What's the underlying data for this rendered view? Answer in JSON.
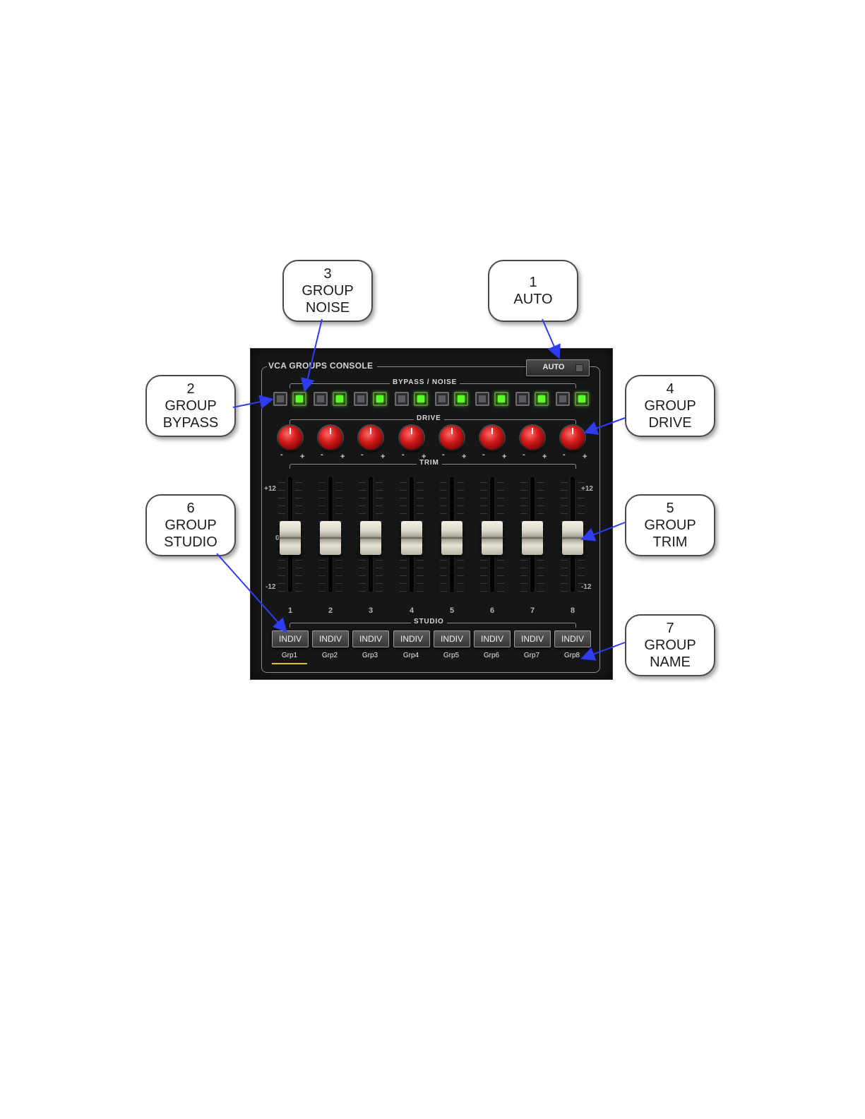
{
  "console": {
    "title": "VCA GROUPS CONSOLE",
    "auto_label": "AUTO",
    "sections": {
      "bypass_noise": "BYPASS / NOISE",
      "drive": "DRIVE",
      "trim": "TRIM",
      "studio": "STUDIO"
    },
    "knob_minus": "-",
    "knob_plus": "+",
    "trim_scale": {
      "top": "+12",
      "mid": "0",
      "bottom": "-12"
    },
    "channels": [
      {
        "number": "1",
        "studio": "INDIV",
        "name": "Grp1",
        "bypass_on": false,
        "noise_on": true,
        "selected": true
      },
      {
        "number": "2",
        "studio": "INDIV",
        "name": "Grp2",
        "bypass_on": false,
        "noise_on": true
      },
      {
        "number": "3",
        "studio": "INDIV",
        "name": "Grp3",
        "bypass_on": false,
        "noise_on": true
      },
      {
        "number": "4",
        "studio": "INDIV",
        "name": "Grp4",
        "bypass_on": false,
        "noise_on": true
      },
      {
        "number": "5",
        "studio": "INDIV",
        "name": "Grp5",
        "bypass_on": false,
        "noise_on": true
      },
      {
        "number": "6",
        "studio": "INDIV",
        "name": "Grp6",
        "bypass_on": false,
        "noise_on": true
      },
      {
        "number": "7",
        "studio": "INDIV",
        "name": "Grp7",
        "bypass_on": false,
        "noise_on": true
      },
      {
        "number": "8",
        "studio": "INDIV",
        "name": "Grp8",
        "bypass_on": false,
        "noise_on": true
      }
    ]
  },
  "callouts": {
    "auto": [
      "1",
      "AUTO"
    ],
    "bypass": [
      "2",
      "GROUP",
      "BYPASS"
    ],
    "noise": [
      "3",
      "GROUP",
      "NOISE"
    ],
    "drive": [
      "4",
      "GROUP",
      "DRIVE"
    ],
    "trim": [
      "5",
      "GROUP",
      "TRIM"
    ],
    "studio": [
      "6",
      "GROUP",
      "STUDIO"
    ],
    "name": [
      "7",
      "GROUP",
      "NAME"
    ]
  },
  "colors": {
    "arrow": "#2f3cf2",
    "noise_led": "#5bff2a",
    "knob": "#d21a1a",
    "selected_underline": "#e6c21a"
  }
}
